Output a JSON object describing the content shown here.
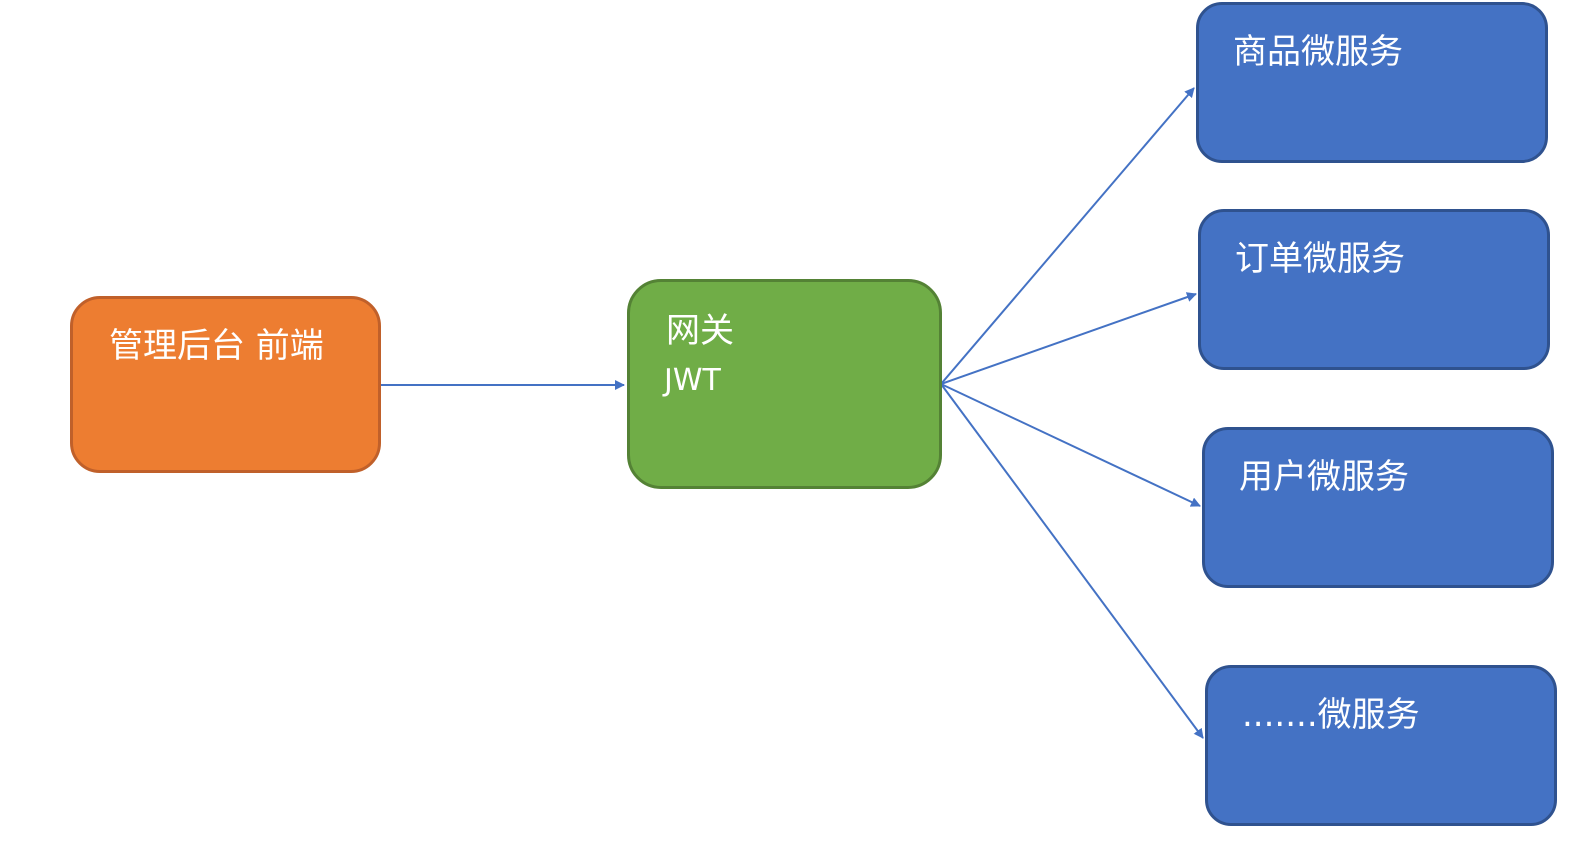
{
  "nodes": {
    "frontend": {
      "label": "管理后台 前端"
    },
    "gateway": {
      "label": "网关",
      "sublabel": "JWT"
    },
    "services": [
      {
        "label": "商品微服务"
      },
      {
        "label": "订单微服务"
      },
      {
        "label": "用户微服务"
      },
      {
        "label": ".......微服务"
      }
    ]
  },
  "colors": {
    "frontend_fill": "#ED7D31",
    "frontend_border": "#C0602A",
    "gateway_fill": "#70AD47",
    "gateway_border": "#548235",
    "service_fill": "#4472C4",
    "service_border": "#2F528F",
    "arrow": "#4472C4"
  },
  "edges": [
    {
      "from": "frontend",
      "to": "gateway"
    },
    {
      "from": "gateway",
      "to": "services.0"
    },
    {
      "from": "gateway",
      "to": "services.1"
    },
    {
      "from": "gateway",
      "to": "services.2"
    },
    {
      "from": "gateway",
      "to": "services.3"
    }
  ]
}
